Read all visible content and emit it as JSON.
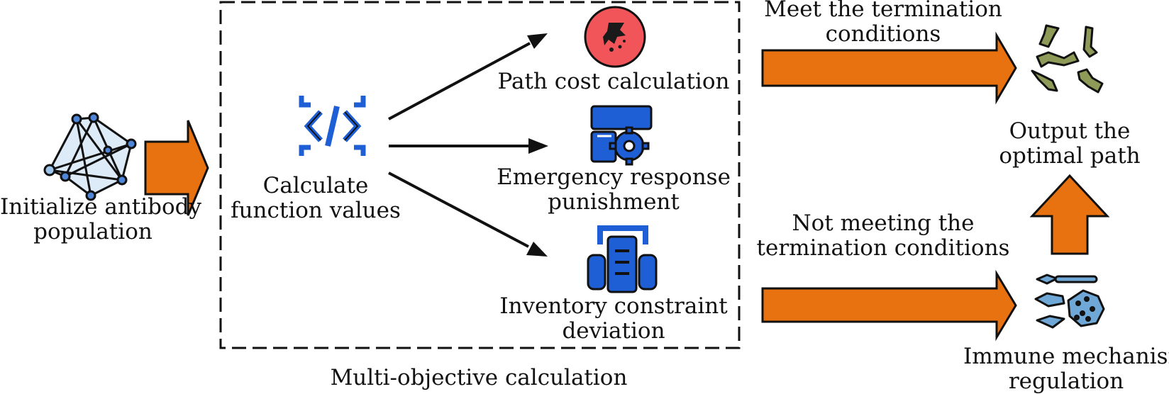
{
  "colors": {
    "arrow_fill": "#e8720f",
    "outline": "#111111",
    "blue_icon": "#1f5fd6",
    "red_icon": "#f25559",
    "olive_icon": "#8e9b58",
    "light_blue_icon": "#6fa7d6"
  },
  "icons": {
    "network": "network-icon",
    "code": "code-icon",
    "path_cost": "virus-icon",
    "emergency": "server-gear-icon",
    "inventory": "machine-icon",
    "output": "bone-fragments-icon",
    "immune": "immune-cells-icon"
  },
  "nodes": {
    "init": [
      "Initialize antibody",
      "population"
    ],
    "calc": [
      "Calculate",
      "function values"
    ],
    "path_cost": "Path cost calculation",
    "emergency": [
      "Emergency response",
      "punishment"
    ],
    "inventory": [
      "Inventory constraint",
      "deviation"
    ],
    "output": [
      "Output the",
      "optimal path"
    ],
    "immune": [
      "Immune mechanism",
      "regulation"
    ]
  },
  "edges": {
    "meet": [
      "Meet the termination",
      "conditions"
    ],
    "not_meet": [
      "Not meeting the",
      "termination conditions"
    ]
  },
  "group": {
    "label": "Multi-objective calculation"
  }
}
